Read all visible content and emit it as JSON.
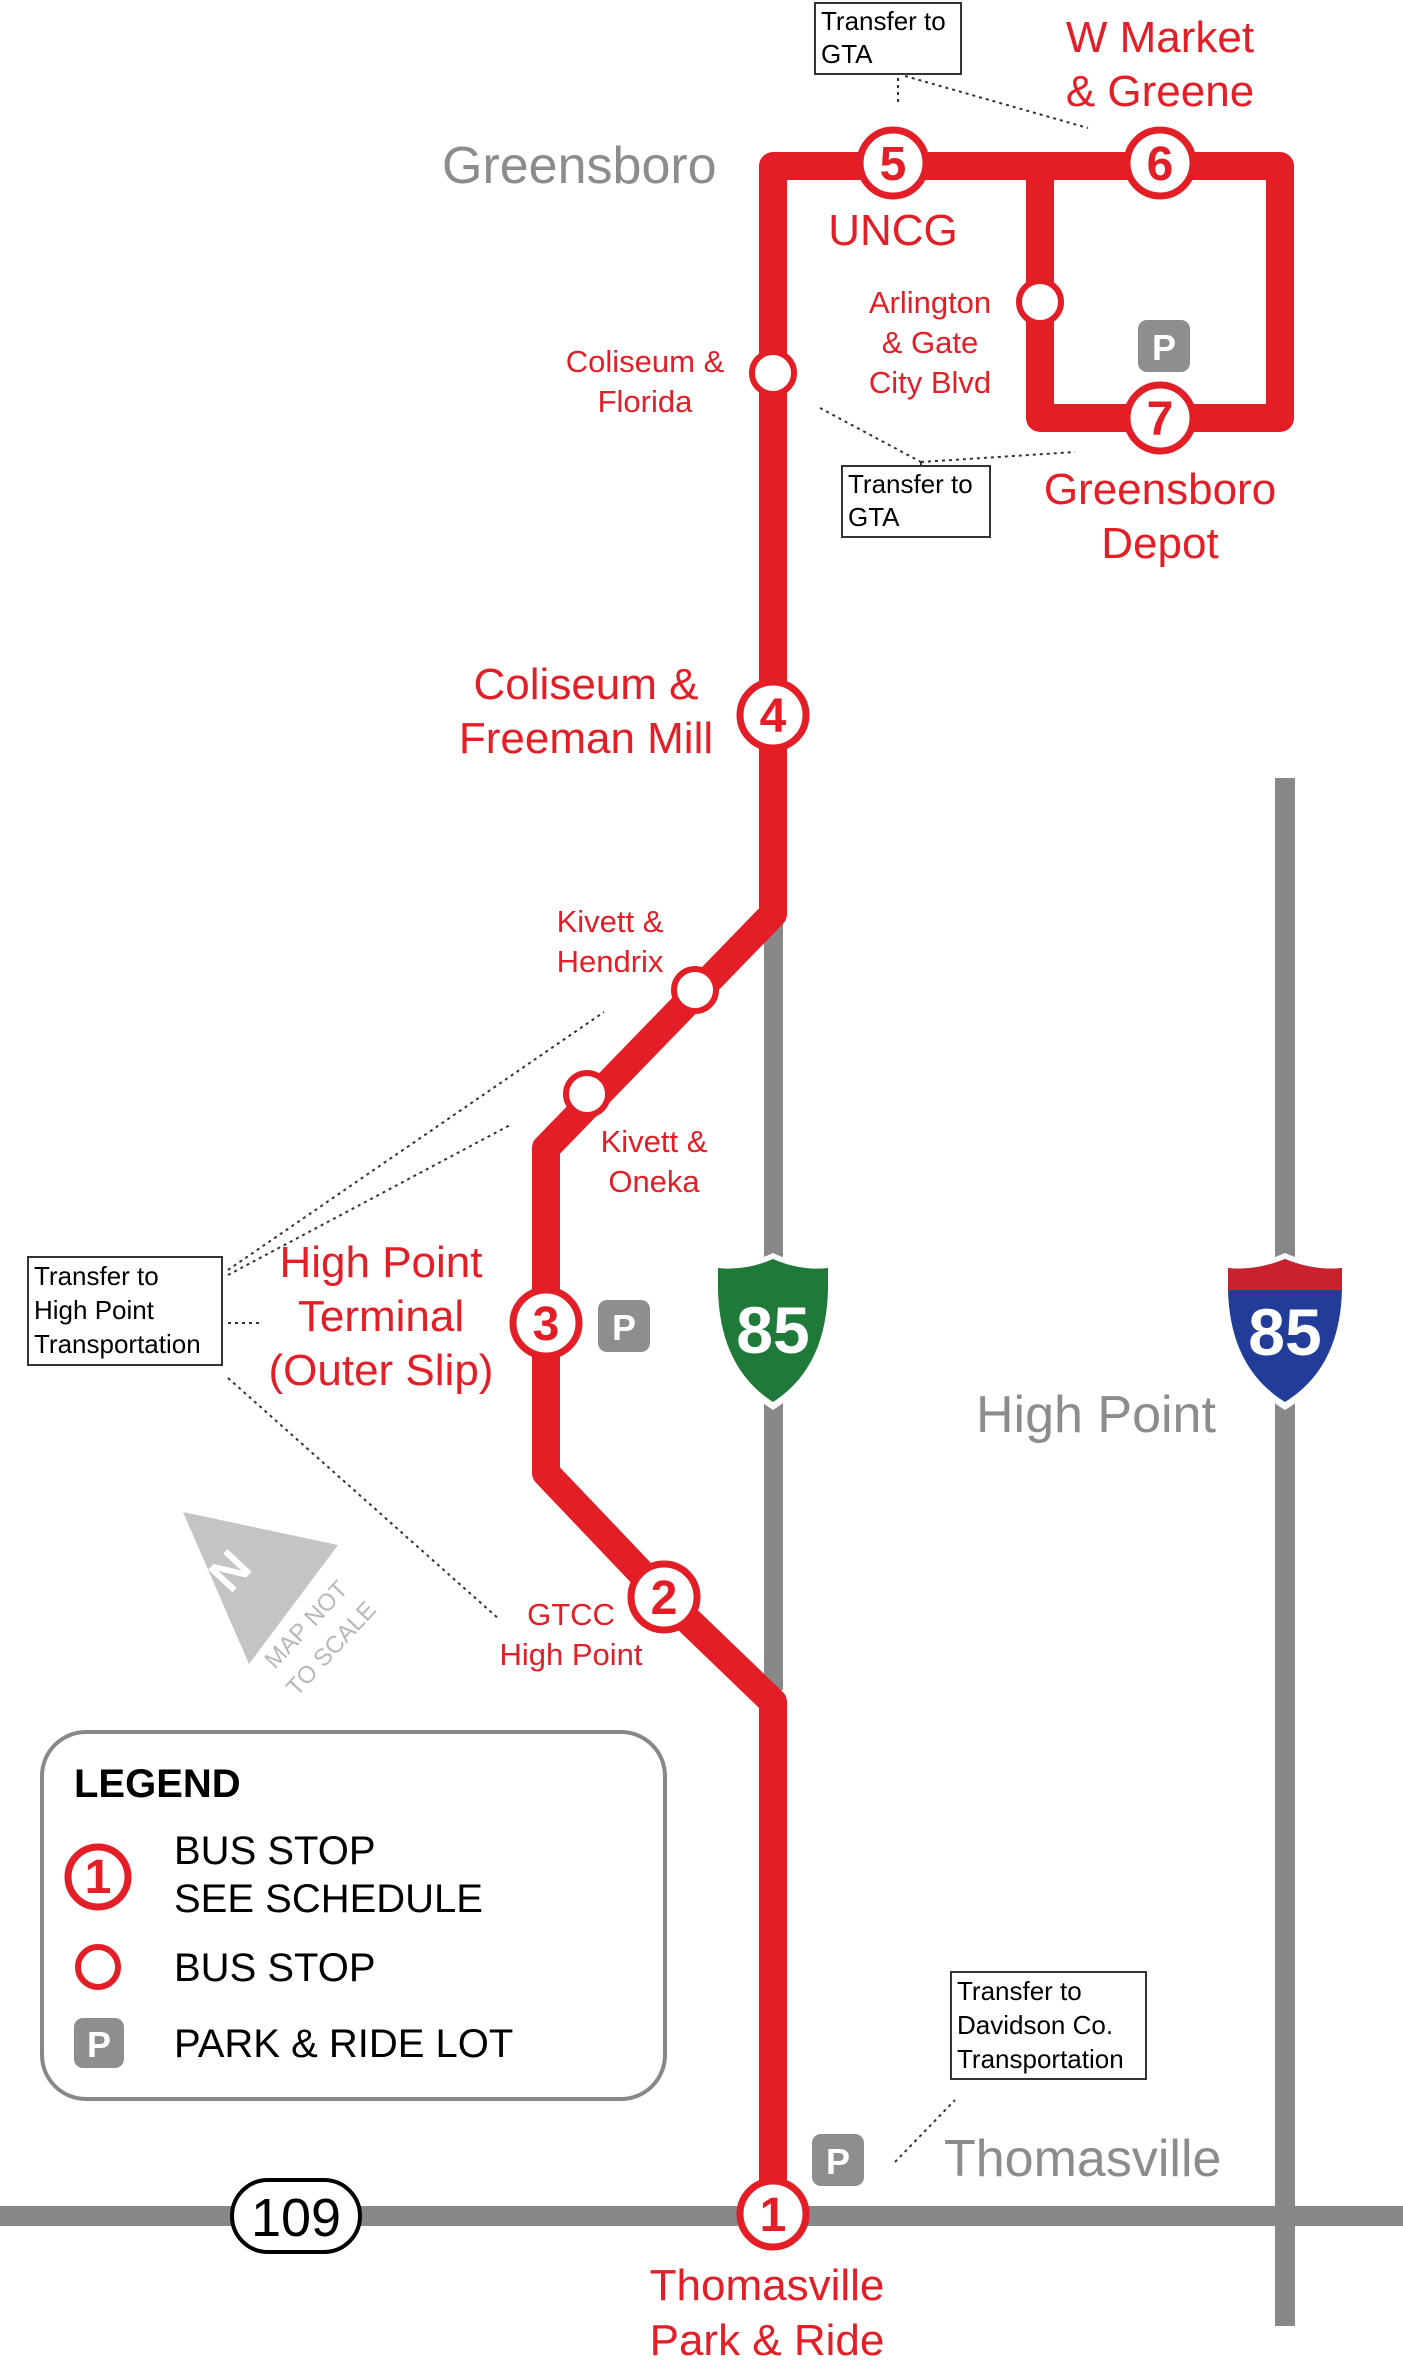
{
  "map": {
    "cities": {
      "greensboro": "Greensboro",
      "high_point": "High Point",
      "thomasville": "Thomasville"
    },
    "route_color": "#e41e26",
    "road_color": "#888888",
    "highways": {
      "i85_business": {
        "number": "85",
        "color": "#1f7a3a"
      },
      "i85": {
        "number": "85",
        "color": "#213d99",
        "top_color": "#c8232c"
      },
      "nc109": {
        "number": "109"
      }
    },
    "stops": {
      "s1": {
        "num": "1",
        "line1": "Thomasville",
        "line2": "Park & Ride"
      },
      "s2": {
        "num": "2",
        "line1": "GTCC",
        "line2": "High Point"
      },
      "s3": {
        "num": "3",
        "line1": "High Point",
        "line2": "Terminal",
        "line3": "(Outer Slip)"
      },
      "s4": {
        "num": "4",
        "line1": "Coliseum &",
        "line2": "Freeman Mill"
      },
      "s5": {
        "num": "5",
        "line1": "UNCG"
      },
      "s6": {
        "num": "6",
        "line1": "W Market",
        "line2": "& Greene"
      },
      "s7": {
        "num": "7",
        "line1": "Greensboro",
        "line2": "Depot"
      },
      "kivett_oneka": {
        "line1": "Kivett &",
        "line2": "Oneka"
      },
      "kivett_hendrix": {
        "line1": "Kivett &",
        "line2": "Hendrix"
      },
      "coliseum_florida": {
        "line1": "Coliseum &",
        "line2": "Florida"
      },
      "arlington_gate": {
        "line1": "Arlington",
        "line2": "& Gate",
        "line3": "City Blvd"
      }
    },
    "transfers": {
      "gta_top": {
        "line1": "Transfer to",
        "line2": "GTA"
      },
      "gta_mid": {
        "line1": "Transfer to",
        "line2": "GTA"
      },
      "hpt": {
        "line1": "Transfer to",
        "line2": "High Point",
        "line3": "Transportation"
      },
      "davidson": {
        "line1": "Transfer to",
        "line2": "Davidson Co.",
        "line3": "Transportation"
      }
    },
    "parking_symbol": "P",
    "north": {
      "letter": "N",
      "line1": "MAP NOT",
      "line2": "TO SCALE"
    }
  },
  "legend": {
    "title": "LEGEND",
    "numbered_stop": {
      "icon": "1",
      "line1": "BUS STOP",
      "line2": "SEE SCHEDULE"
    },
    "bus_stop": "BUS STOP",
    "park_ride": {
      "icon": "P",
      "label": "PARK & RIDE LOT"
    }
  }
}
